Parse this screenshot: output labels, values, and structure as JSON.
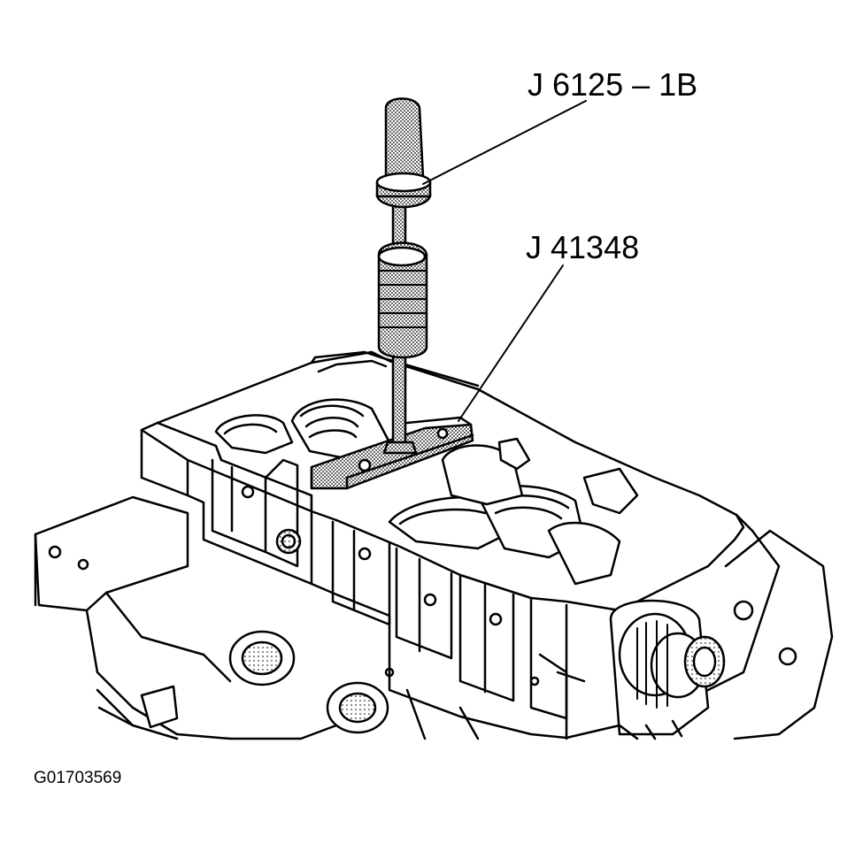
{
  "labels": {
    "tool_a": "J 6125 – 1B",
    "tool_b": "J 41348",
    "figure_id": "G01703569"
  }
}
